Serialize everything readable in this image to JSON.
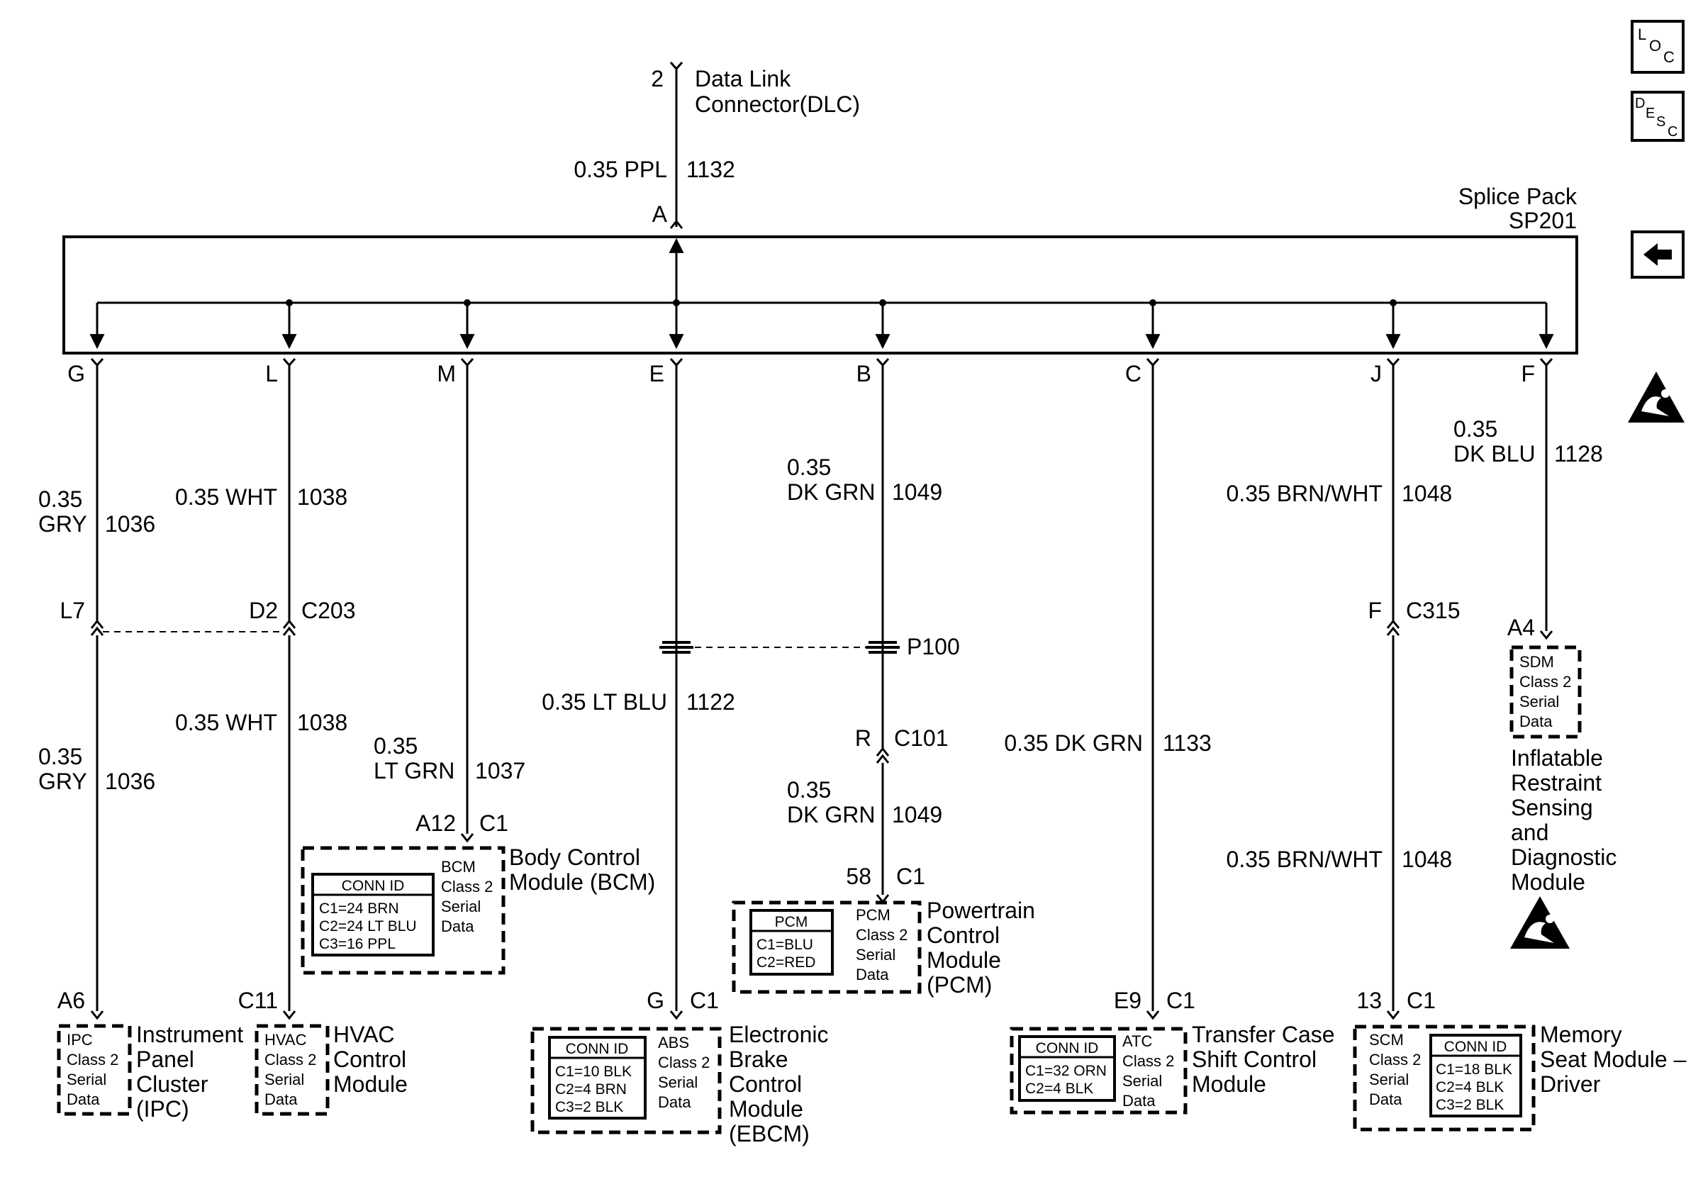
{
  "dlc": {
    "pin": "2",
    "name_line1": "Data Link",
    "name_line2": "Connector(DLC)",
    "wire_color": "0.35 PPL",
    "circuit": "1132",
    "splice_pin": "A"
  },
  "splice_pack": {
    "line1": "Splice Pack",
    "line2": "SP201"
  },
  "side_icons": {
    "loc": "LOC",
    "desc": "DESC",
    "back": "left-arrow",
    "warning": "airbag-warning"
  },
  "branches": {
    "ipc": {
      "pin": "G",
      "wire_top_1": "0.35",
      "wire_top_2": "GRY",
      "circuit_top": "1036",
      "conn_pin": "L7",
      "wire_bot_1": "0.35",
      "wire_bot_2": "GRY",
      "circuit_bot": "1036",
      "module_pin": "A6",
      "box_l1": "IPC",
      "box_l2": "Class 2",
      "box_l3": "Serial",
      "box_l4": "Data",
      "name_l1": "Instrument",
      "name_l2": "Panel",
      "name_l3": "Cluster",
      "name_l4": "(IPC)"
    },
    "hvac": {
      "pin": "L",
      "wire_top": "0.35 WHT",
      "circuit_top": "1038",
      "conn_pin": "D2",
      "conn": "C203",
      "wire_bot": "0.35 WHT",
      "circuit_bot": "1038",
      "module_pin": "C11",
      "box_l1": "HVAC",
      "box_l2": "Class 2",
      "box_l3": "Serial",
      "box_l4": "Data",
      "name_l1": "HVAC",
      "name_l2": "Control",
      "name_l3": "Module"
    },
    "bcm": {
      "pin": "M",
      "wire_1": "0.35",
      "wire_2": "LT GRN",
      "circuit": "1037",
      "module_pin": "A12",
      "conn": "C1",
      "conn_id_title": "CONN ID",
      "conn_ids": [
        "C1=24 BRN",
        "C2=24 LT BLU",
        "C3=16 PPL"
      ],
      "box_l1": "BCM",
      "box_l2": "Class 2",
      "box_l3": "Serial",
      "box_l4": "Data",
      "name_l1": "Body Control",
      "name_l2": "Module (BCM)"
    },
    "ebcm": {
      "pin": "E",
      "wire": "0.35 LT BLU",
      "circuit": "1122",
      "module_pin": "G",
      "conn": "C1",
      "conn_id_title": "CONN ID",
      "conn_ids": [
        "C1=10 BLK",
        "C2=4 BRN",
        "C3=2 BLK"
      ],
      "box_l1": "ABS",
      "box_l2": "Class 2",
      "box_l3": "Serial",
      "box_l4": "Data",
      "name_l1": "Electronic",
      "name_l2": "Brake",
      "name_l3": "Control",
      "name_l4": "Module",
      "name_l5": "(EBCM)"
    },
    "pcm": {
      "pin": "B",
      "wire_top_1": "0.35",
      "wire_top_2": "DK GRN",
      "circuit_top": "1049",
      "inline": "P100",
      "conn_pin": "R",
      "conn": "C101",
      "wire_bot_1": "0.35",
      "wire_bot_2": "DK GRN",
      "circuit_bot": "1049",
      "module_pin": "58",
      "module_conn": "C1",
      "conn_id_title": "PCM",
      "conn_ids": [
        "C1=BLU",
        "C2=RED"
      ],
      "box_l1": "PCM",
      "box_l2": "Class 2",
      "box_l3": "Serial",
      "box_l4": "Data",
      "name_l1": "Powertrain",
      "name_l2": "Control",
      "name_l3": "Module",
      "name_l4": "(PCM)"
    },
    "atc": {
      "pin": "C",
      "wire": "0.35 DK GRN",
      "circuit": "1133",
      "module_pin": "E9",
      "conn": "C1",
      "conn_id_title": "CONN ID",
      "conn_ids": [
        "C1=32 ORN",
        "C2=4 BLK"
      ],
      "box_l1": "ATC",
      "box_l2": "Class 2",
      "box_l3": "Serial",
      "box_l4": "Data",
      "name_l1": "Transfer Case",
      "name_l2": "Shift Control",
      "name_l3": "Module"
    },
    "scm": {
      "pin": "J",
      "wire_top": "0.35 BRN/WHT",
      "circuit_top": "1048",
      "conn_pin": "F",
      "conn": "C315",
      "wire_bot": "0.35 BRN/WHT",
      "circuit_bot": "1048",
      "module_pin": "13",
      "module_conn": "C1",
      "conn_id_title": "CONN ID",
      "conn_ids": [
        "C1=18 BLK",
        "C2=4 BLK",
        "C3=2 BLK"
      ],
      "box_l1": "SCM",
      "box_l2": "Class 2",
      "box_l3": "Serial",
      "box_l4": "Data",
      "name_l1": "Memory",
      "name_l2": "Seat Module –",
      "name_l3": "Driver"
    },
    "sdm": {
      "pin": "F",
      "wire_1": "0.35",
      "wire_2": "DK BLU",
      "circuit": "1128",
      "module_pin": "A4",
      "box_l1": "SDM",
      "box_l2": "Class 2",
      "box_l3": "Serial",
      "box_l4": "Data",
      "name_l1": "Inflatable",
      "name_l2": "Restraint",
      "name_l3": "Sensing",
      "name_l4": "and",
      "name_l5": "Diagnostic",
      "name_l6": "Module"
    }
  }
}
